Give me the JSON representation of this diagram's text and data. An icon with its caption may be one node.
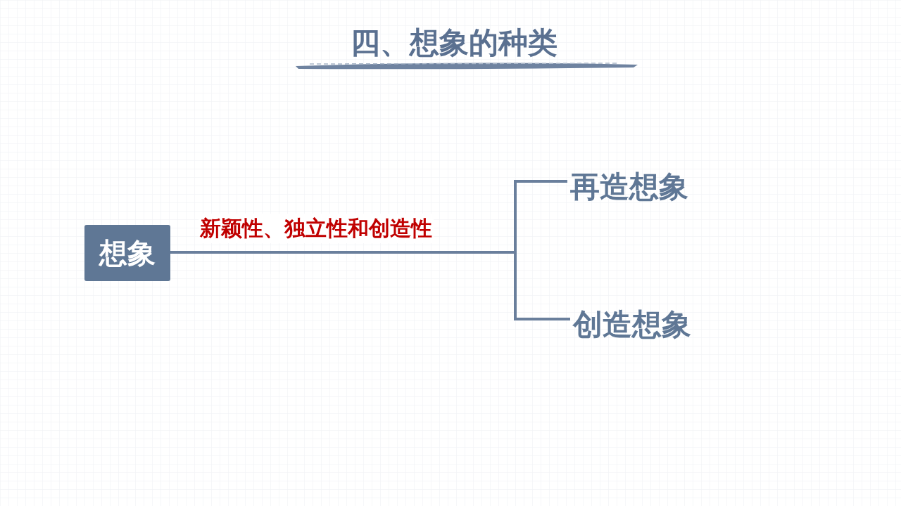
{
  "diagram": {
    "title": "四、想象的种类",
    "nodes": [
      {
        "text": [
          "想象"
        ]
      },
      {
        "text": [
          "再造想象"
        ]
      },
      {
        "text": [
          "创造想象"
        ]
      }
    ],
    "edges": [
      {
        "from": 0,
        "to": 1,
        "arrow": "none",
        "label": "新颖性、独立性和创造性"
      },
      {
        "from": 0,
        "to": 2,
        "arrow": "none"
      }
    ]
  }
}
